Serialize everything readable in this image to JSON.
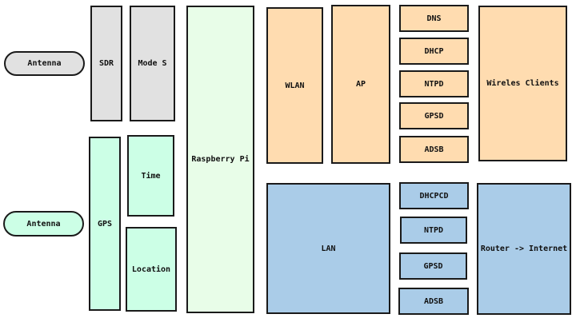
{
  "colors": {
    "sdr_group": "#e1e1e1",
    "gps_group": "#ccffe6",
    "raspberry_pi": "#e8fde8",
    "wlan_group": "#ffdcb0",
    "lan_group": "#aacce8",
    "stroke": "#1a1a1a"
  },
  "nodes": {
    "antenna_top": "Antenna",
    "antenna_bottom": "Antenna",
    "sdr": "SDR",
    "mode_s": "Mode S",
    "gps": "GPS",
    "time": "Time",
    "location": "Location",
    "raspberry_pi": "Raspberry Pi",
    "wlan": "WLAN",
    "ap": "AP",
    "wlan_services": [
      "DNS",
      "DHCP",
      "NTPD",
      "GPSD",
      "ADSB"
    ],
    "wireless_clients": "Wireles Clients",
    "lan": "LAN",
    "lan_services": [
      "DHCPCD",
      "NTPD",
      "GPSD",
      "ADSB"
    ],
    "router": "Router -> Internet"
  }
}
